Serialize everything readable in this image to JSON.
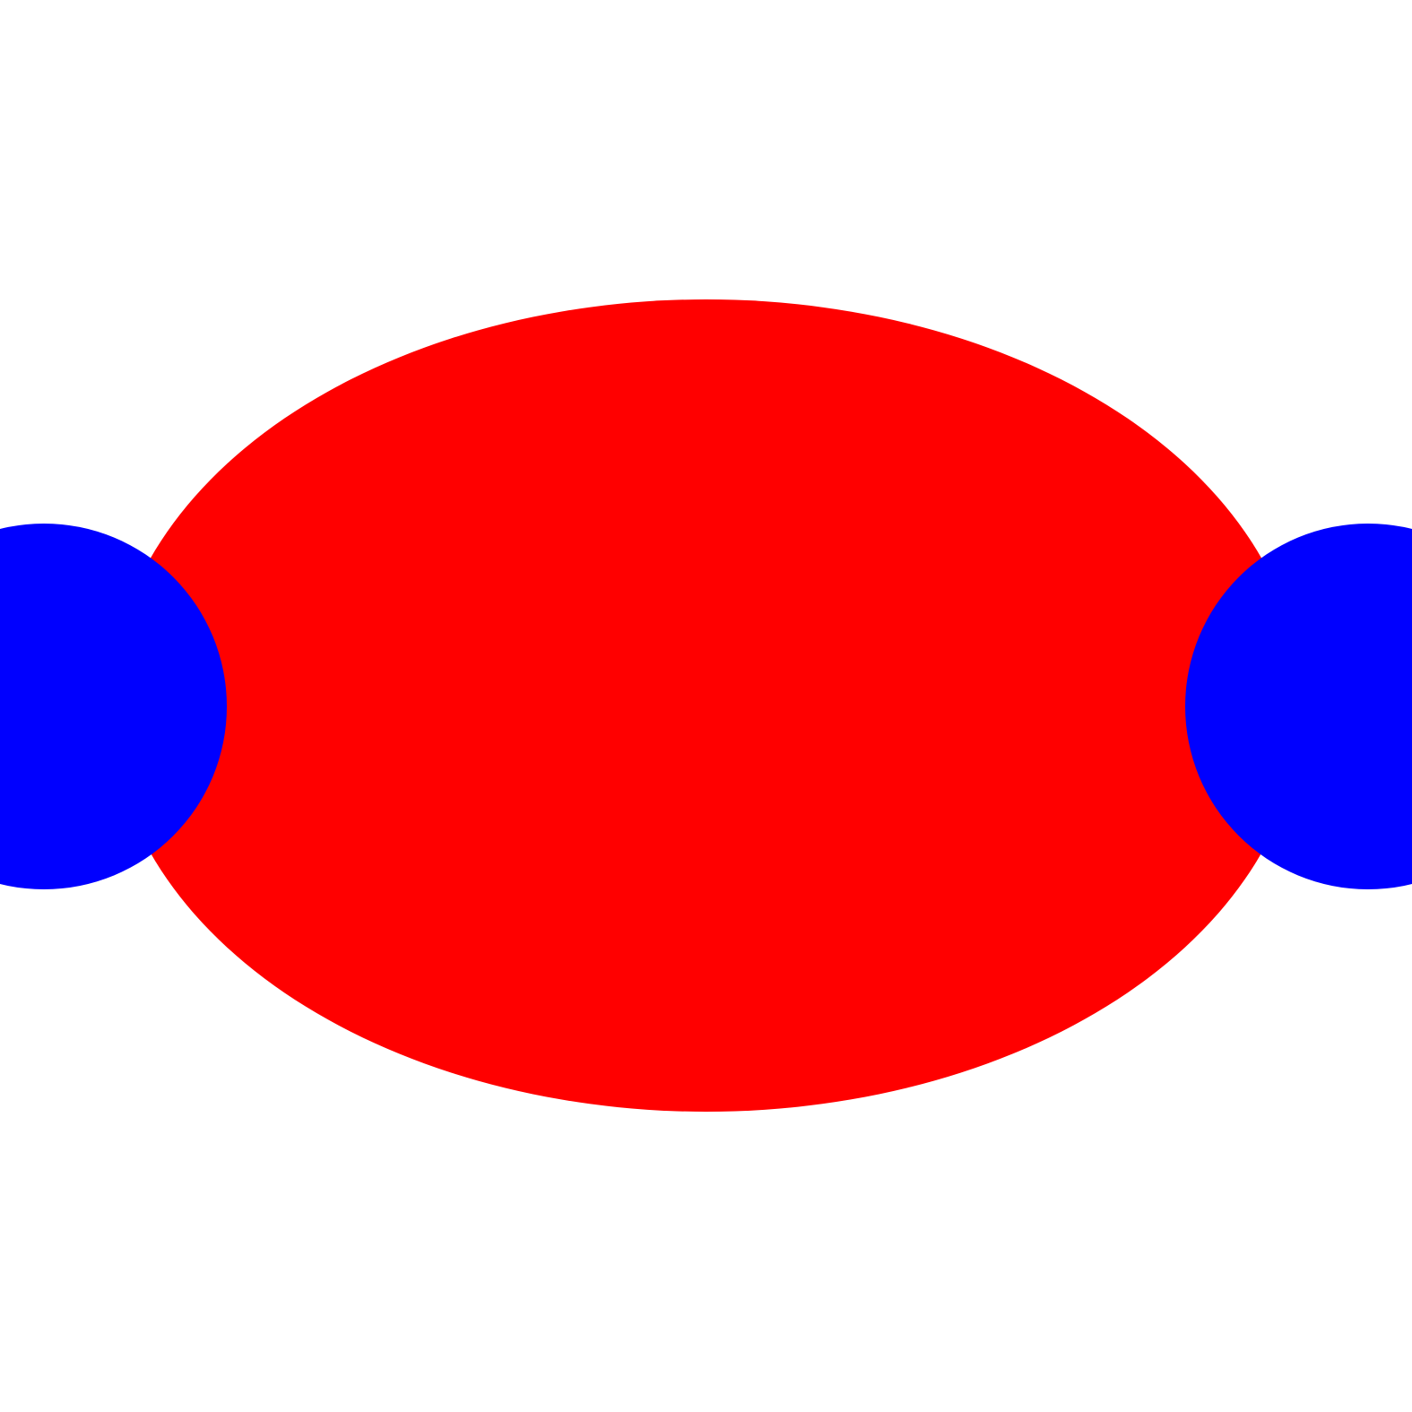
{
  "scene": {
    "background_color": "#ffffff",
    "shapes": [
      {
        "name": "red-ellipse",
        "shape": "ellipse",
        "color": "#ff0000",
        "edge": "slightly jagged"
      },
      {
        "name": "left-blue-circle",
        "shape": "circle",
        "color": "#0000ff"
      },
      {
        "name": "right-blue-circle",
        "shape": "circle",
        "color": "#0000ff"
      }
    ]
  }
}
